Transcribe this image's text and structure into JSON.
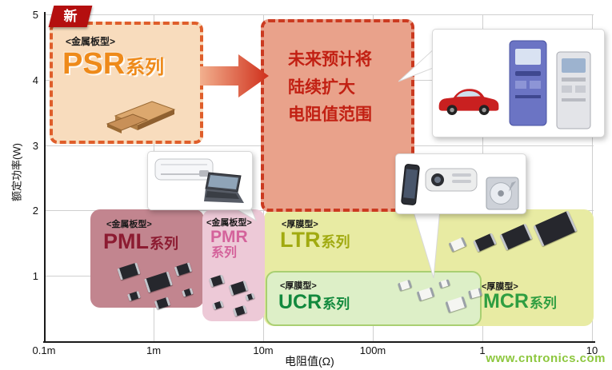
{
  "watermark": {
    "text": "www.cntronics.com"
  },
  "axes": {
    "x_label": "电阻值(Ω)",
    "y_label": "额定功率(W)",
    "x_ticks": [
      "0.1m",
      "1m",
      "10m",
      "100m",
      "1",
      "10"
    ],
    "y_ticks": [
      "5",
      "4",
      "3",
      "2",
      "1"
    ]
  },
  "new_badge": {
    "label": "新"
  },
  "future_note": {
    "lines": [
      "未来预计将",
      "陆续扩大",
      "电阻值范围"
    ]
  },
  "boxes": {
    "psr": {
      "type_label": "<金属板型>",
      "latin": "PSR",
      "suffix": "系列"
    },
    "pml": {
      "type_label": "<金属板型>",
      "latin": "PML",
      "suffix": "系列"
    },
    "pmr": {
      "type_label": "<金属板型>",
      "latin": "PMR",
      "suffix": "系列"
    },
    "ltr": {
      "type_label": "<厚膜型>",
      "latin": "LTR",
      "suffix": "系列"
    },
    "ucr": {
      "type_label": "<厚膜型>",
      "latin": "UCR",
      "suffix": "系列"
    },
    "mcr": {
      "type_label": "<厚膜型>",
      "latin": "MCR",
      "suffix": "系列"
    }
  },
  "colors": {
    "psr_border": "#df5e2b",
    "psr_fill": "#f8dcbd",
    "psr_text": "#ee8a1a",
    "future_border": "#cb3a20",
    "future_fill": "#e9a28b",
    "future_text": "#c22013",
    "pml_fill": "#c2858f",
    "pml_text": "#8c1b31",
    "pmr_fill": "#edc9d7",
    "pmr_text": "#d4639b",
    "ltr_fill": "#e8eba3",
    "ltr_text": "#a1aa10",
    "ucr_fill": "#ddefc7",
    "ucr_text": "#12893d",
    "mcr_text": "#2f9e41",
    "new_badge_bg": "#b40f0f",
    "watermark_text": "#8dc73e"
  },
  "chart_data": {
    "type": "area",
    "title": "",
    "xlabel": "电阻值(Ω)",
    "ylabel": "额定功率(W)",
    "x_scale": "log",
    "x_ticks": [
      "0.1m",
      "1m",
      "10m",
      "100m",
      "1",
      "10"
    ],
    "y_range": [
      0,
      5
    ],
    "grid": true,
    "regions": [
      {
        "name": "PSR系列",
        "category": "金属板型",
        "status": "新(new)",
        "x_range_ohm": [
          "0.1m",
          "3m"
        ],
        "y_range_w": [
          3,
          5
        ]
      },
      {
        "name": "未来预计将陆续扩大电阻值范围",
        "category": "planned expansion",
        "x_range_ohm": [
          "10m",
          "250m"
        ],
        "y_range_w": [
          2,
          5
        ]
      },
      {
        "name": "PML系列",
        "category": "金属板型",
        "x_range_ohm": [
          "0.3m",
          "10m"
        ],
        "y_range_w": [
          0.3,
          2
        ]
      },
      {
        "name": "PMR系列",
        "category": "金属板型",
        "x_range_ohm": [
          "5m",
          "10m"
        ],
        "y_range_w": [
          0.1,
          2
        ]
      },
      {
        "name": "LTR系列",
        "category": "厚膜型",
        "x_range_ohm": [
          "10m",
          "10"
        ],
        "y_range_w": [
          0.25,
          2
        ]
      },
      {
        "name": "UCR系列",
        "category": "厚膜型",
        "x_range_ohm": [
          "10m",
          "1"
        ],
        "y_range_w": [
          0.1,
          1
        ]
      },
      {
        "name": "MCR系列",
        "category": "厚膜型",
        "x_range_ohm": [
          "1",
          "10"
        ],
        "y_range_w": [
          0.1,
          1
        ]
      }
    ]
  }
}
